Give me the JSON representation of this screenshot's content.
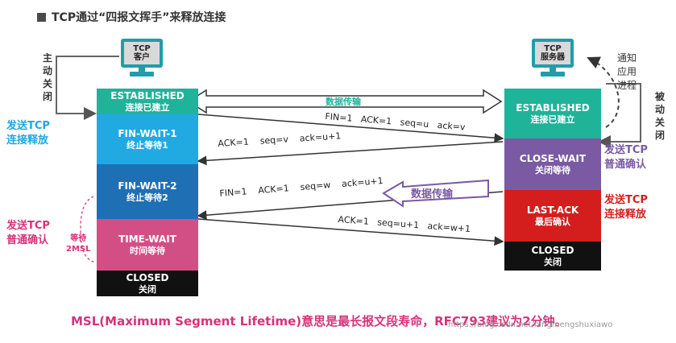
{
  "title": "TCP通过“四报文挥手”来释放连接",
  "client": {
    "pc_line1": "TCP",
    "pc_line2": "客户",
    "side_active_close": [
      "主",
      "动",
      "关",
      "闭"
    ],
    "send_release": [
      "发送TCP",
      "连接释放"
    ],
    "send_ack": [
      "发送TCP",
      "普通确认"
    ],
    "wait_2msl": [
      "等待",
      "2MSL"
    ],
    "states": [
      {
        "en": "ESTABLISHED",
        "cn": "连接已建立",
        "color": "#1fb39a"
      },
      {
        "en": "FIN-WAIT-1",
        "cn": "终止等待1",
        "color": "#21a9e1"
      },
      {
        "en": "FIN-WAIT-2",
        "cn": "终止等待2",
        "color": "#1f6fb5"
      },
      {
        "en": "TIME-WAIT",
        "cn": "时间等待",
        "color": "#d24f86"
      },
      {
        "en": "CLOSED",
        "cn": "关闭",
        "color": "#111111"
      }
    ]
  },
  "server": {
    "pc_line1": "TCP",
    "pc_line2": "服务器",
    "notify_app": [
      "通知",
      "应用",
      "进程"
    ],
    "side_passive_close": [
      "被",
      "动",
      "关",
      "闭"
    ],
    "send_ack": [
      "发送TCP",
      "普通确认"
    ],
    "send_release": [
      "发送TCP",
      "连接释放"
    ],
    "states": [
      {
        "en": "ESTABLISHED",
        "cn": "连接已建立",
        "color": "#1fb39a"
      },
      {
        "en": "CLOSE-WAIT",
        "cn": "关闭等待",
        "color": "#7a5aa3"
      },
      {
        "en": "LAST-ACK",
        "cn": "最后确认",
        "color": "#d41e1e"
      },
      {
        "en": "CLOSED",
        "cn": "关闭",
        "color": "#111111"
      }
    ]
  },
  "data_transfer_top": "数据传输",
  "data_transfer_mid": "数据传输",
  "messages": [
    "FIN=1   ACK=1   seq=u   ack=v",
    "ACK=1    seq=v    ack=u+1",
    "FIN=1    ACK=1    seq=w    ack=u+1",
    "ACK=1   seq=u+1   ack=w+1"
  ],
  "footer": "MSL(Maximum Segment Lifetime)意思是最长报文段寿命，RFC793建议为2分钟。",
  "watermark": "https://blog.csdn.net/ningmengshuxiawo",
  "colors": {
    "cyan_text": "#1ea7e0",
    "pink_text": "#d8327a",
    "purple_text": "#7a5aa3",
    "red_text": "#d41e1e",
    "mid_arrow": "#7a5aa3"
  }
}
